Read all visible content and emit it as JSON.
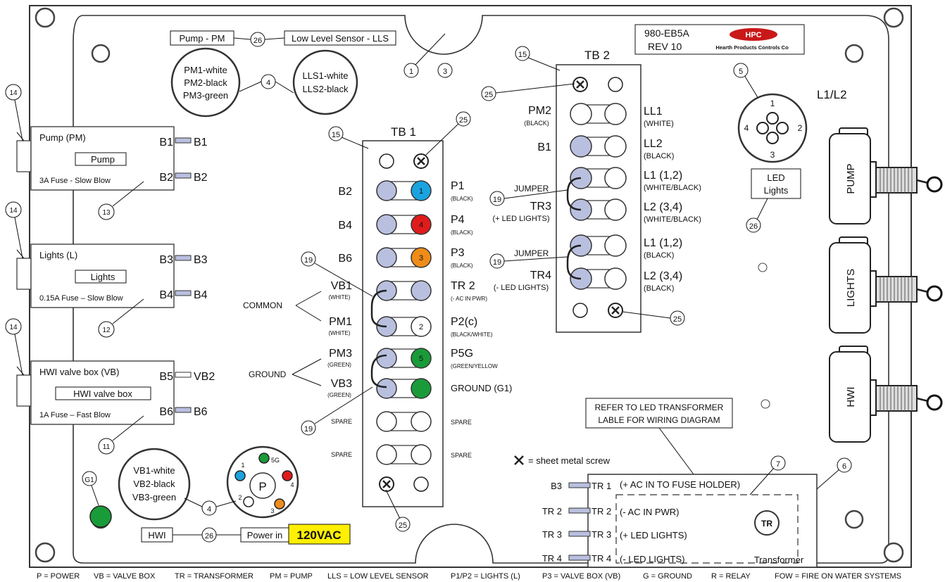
{
  "title_block": {
    "part_number": "980-EB5A",
    "revision": "REV 10",
    "logo_text": "HPC",
    "company": "Hearth Products Controls Co"
  },
  "labels": {
    "pump_pm": "Pump - PM",
    "lls": "Low Level Sensor - LLS",
    "pm_wires": [
      "PM1-white",
      "PM2-black",
      "PM3-green"
    ],
    "lls_wires": [
      "LLS1-white",
      "LLS2-black"
    ],
    "vb_wires": [
      "VB1-white",
      "VB2-black",
      "VB3-green"
    ],
    "hwi": "HWI",
    "power_in": "Power in",
    "voltage": "120VAC",
    "common": "COMMON",
    "ground": "GROUND",
    "screw_legend": "= sheet metal screw",
    "led_lights": [
      "LED",
      "Lights"
    ],
    "l1l2": "L1/L2",
    "refer_note": [
      "REFER TO LED TRANSFORMER",
      "LABLE FOR WIRING DIAGRAM"
    ],
    "transformer": "Transformer",
    "tr_symbol": "TR",
    "p_symbol": "P"
  },
  "fuse_boxes": [
    {
      "title": "Pump (PM)",
      "inner": "Pump",
      "fuse": "3A Fuse - Slow Blow",
      "t1": "B1",
      "t1_out": "B1",
      "t2": "B2",
      "t2_out": "B2",
      "callout": "13"
    },
    {
      "title": "Lights (L)",
      "inner": "Lights",
      "fuse": "0.15A Fuse – Slow Blow",
      "t1": "B3",
      "t1_out": "B3",
      "t2": "B4",
      "t2_out": "B4",
      "callout": "12"
    },
    {
      "title": "HWI valve box (VB)",
      "inner": "HWI valve box",
      "fuse": "1A Fuse – Fast Blow",
      "t1": "B5",
      "t1_out": "VB2",
      "t2": "B6",
      "t2_out": "B6",
      "callout": "11"
    }
  ],
  "tb1": {
    "title": "TB 1",
    "left_labels": [
      {
        "main": "B2",
        "sub": ""
      },
      {
        "main": "B4",
        "sub": ""
      },
      {
        "main": "B6",
        "sub": ""
      },
      {
        "main": "VB1",
        "sub": "(WHITE)"
      },
      {
        "main": "PM1",
        "sub": "(WHITE)"
      },
      {
        "main": "PM3",
        "sub": "(GREEN)"
      },
      {
        "main": "VB3",
        "sub": "(GREEN)"
      },
      {
        "main": "SPARE",
        "sub": ""
      },
      {
        "main": "SPARE",
        "sub": ""
      }
    ],
    "right_labels": [
      {
        "main": "P1",
        "sub": "(BLACK)"
      },
      {
        "main": "P4",
        "sub": "(BLACK)"
      },
      {
        "main": "P3",
        "sub": "(BLACK)"
      },
      {
        "main": "TR 2",
        "sub": "(- AC IN PWR)"
      },
      {
        "main": "P2(c)",
        "sub": "(BLACK/WHITE)"
      },
      {
        "main": "P5G",
        "sub": "(GREEN/YELLOW"
      },
      {
        "main": "GROUND (G1)",
        "sub": ""
      },
      {
        "main": "SPARE",
        "sub": ""
      },
      {
        "main": "SPARE",
        "sub": ""
      }
    ],
    "pin_numbers": [
      "1",
      "4",
      "3",
      "",
      "2",
      "5",
      "",
      "",
      ""
    ]
  },
  "tb2": {
    "title": "TB 2",
    "left_labels": [
      {
        "main": "PM2",
        "sub": "(BLACK)"
      },
      {
        "main": "B1",
        "sub": ""
      },
      {
        "main": "",
        "sub": ""
      },
      {
        "main": "TR3",
        "sub": "(+ LED LIGHTS)"
      },
      {
        "main": "",
        "sub": ""
      },
      {
        "main": "TR4",
        "sub": "(- LED LIGHTS)"
      }
    ],
    "right_labels": [
      {
        "main": "LL1",
        "sub": "(WHITE)"
      },
      {
        "main": "LL2",
        "sub": "(BLACK)"
      },
      {
        "main": "L1 (1,2)",
        "sub": "(WHITE/BLACK)"
      },
      {
        "main": "L2 (3,4)",
        "sub": "(WHITE/BLACK)"
      },
      {
        "main": "L1 (1,2)",
        "sub": "(BLACK)"
      },
      {
        "main": "L2 (3,4)",
        "sub": "(BLACK)"
      }
    ],
    "jumper": "JUMPER"
  },
  "transformer_rows": [
    {
      "left": "B3",
      "right": "TR 1",
      "desc": "(+ AC IN  TO FUSE HOLDER)"
    },
    {
      "left": "TR 2",
      "right": "TR 2",
      "desc": "(- AC IN PWR)"
    },
    {
      "left": "TR 3",
      "right": "TR 3",
      "desc": "(+ LED LIGHTS)"
    },
    {
      "left": "TR 4",
      "right": "TR 4",
      "desc": "(- LED LIGHTS)"
    }
  ],
  "switches": [
    "PUMP",
    "LIGHTS",
    "HWI"
  ],
  "connector_pins": [
    "1",
    "2",
    "3",
    "4"
  ],
  "p_plug_pins": [
    "5G",
    "1",
    "4",
    "2",
    "3"
  ],
  "g1": "G1",
  "callouts": {
    "c1": "1",
    "c3": "3",
    "c4a": "4",
    "c4b": "4",
    "c5": "5",
    "c6": "6",
    "c7": "7",
    "c14": "14",
    "c15a": "15",
    "c15b": "15",
    "c19": "19",
    "c25": "25",
    "c26": "26"
  },
  "footer": [
    "P = POWER",
    "VB = VALVE BOX",
    "TR = TRANSFORMER",
    "PM = PUMP",
    "LLS = LOW LEVEL SENSOR",
    "P1/P2 = LIGHTS (L)",
    "P3 = VALVE BOX (VB)",
    "G = GROUND",
    "R = RELAY",
    "FOW = FIRE ON WATER SYSTEMS"
  ],
  "colors": {
    "terminal_blue": "#b9c0df",
    "p1": "#1ba3e0",
    "p4": "#e01b1b",
    "p3": "#ef8c1a",
    "green": "#1a9b3a",
    "voltage_bg": "#ffef00"
  }
}
